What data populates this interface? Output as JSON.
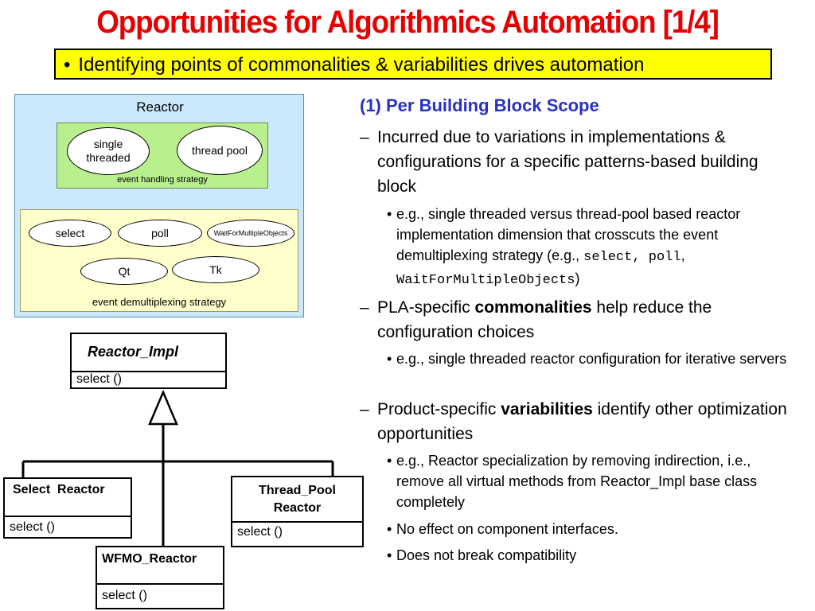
{
  "title": "Opportunities for Algorithmics Automation [1/4]",
  "subtitle": "Identifying points of commonalities & variabilities drives automation",
  "reactor_diagram": {
    "label": "Reactor",
    "event_handling": {
      "options": [
        "single threaded",
        "thread pool"
      ],
      "caption": "event handling strategy"
    },
    "event_demux": {
      "options": [
        "select",
        "poll",
        "WaitForMultipleObjects",
        "Qt",
        "Tk"
      ],
      "caption": "event demultiplexing strategy"
    }
  },
  "uml": {
    "base": {
      "name": "Reactor_Impl",
      "op": "select ()"
    },
    "select_reactor": {
      "name": "Select  Reactor",
      "op": "select ()"
    },
    "wfmo_reactor": {
      "name": "WFMO_Reactor",
      "op": "select ()"
    },
    "thread_pool_reactor": {
      "name_line1": "Thread_Pool",
      "name_line2": "Reactor",
      "op": "select ()"
    }
  },
  "content": {
    "heading": "(1) Per Building Block Scope",
    "dash1": {
      "marker": "–",
      "text": "Incurred due to variations in implementations & configurations for a specific patterns-based building block",
      "bullet": {
        "marker": "•",
        "pre": "e.g., single threaded versus thread-pool based reactor implementation dimension that crosscuts the event demultiplexing strategy (e.g., ",
        "code1": "select",
        "sep1": ", ",
        "code2": "poll",
        "sep2": ", ",
        "code3": "WaitForMultipleObjects",
        "post": ")"
      }
    },
    "dash2": {
      "marker": "–",
      "pre": "PLA-specific ",
      "bold": "commonalities",
      "post": " help reduce the configuration choices",
      "bullet": {
        "marker": "•",
        "text": "e.g., single threaded reactor configuration for iterative servers"
      }
    },
    "dash3": {
      "marker": "–",
      "pre": "Product-specific ",
      "bold": "variabilities",
      "post": " identify other optimization opportunities",
      "bullets": [
        {
          "marker": "•",
          "text": "e.g., Reactor specialization by removing indirection, i.e., remove all virtual methods from Reactor_Impl base class completely"
        },
        {
          "marker": "•",
          "text": "No effect on component interfaces."
        },
        {
          "marker": "•",
          "text": "Does not break compatibility"
        }
      ]
    }
  }
}
